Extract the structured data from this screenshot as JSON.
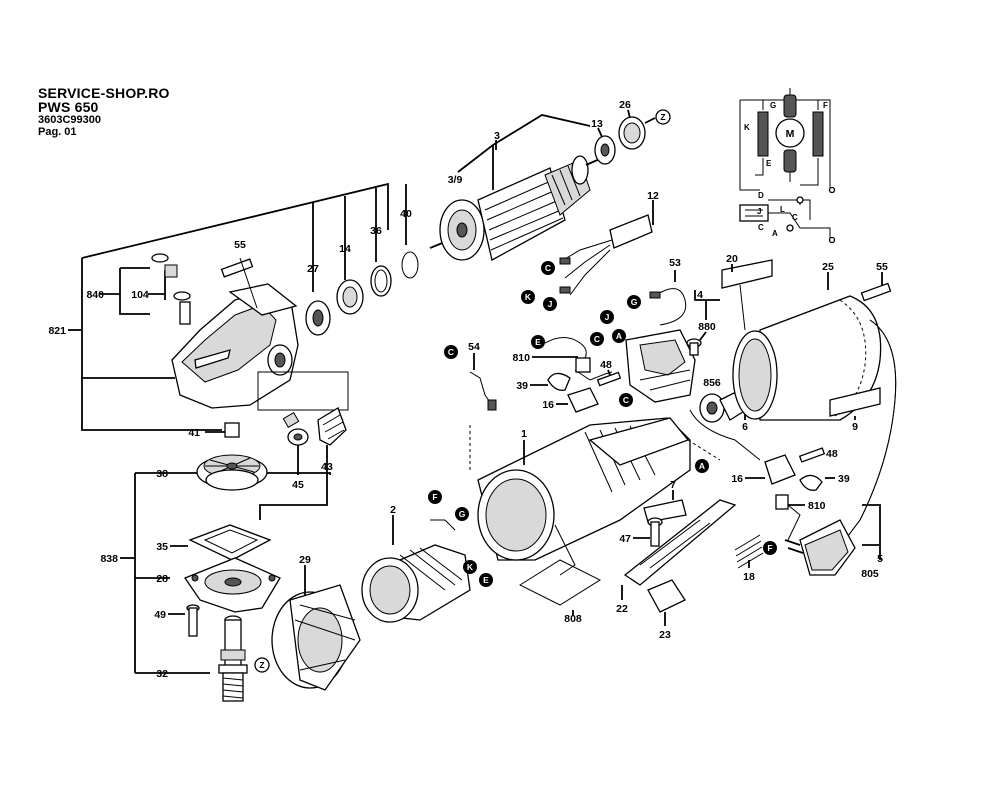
{
  "header": {
    "shop": "SERVICE-SHOP.RO",
    "model": "PWS 650",
    "code": "3603C99300",
    "page": "Pag. 01"
  },
  "parts": {
    "p1": "1",
    "p2": "2",
    "p3": "3",
    "p3_9": "3/9",
    "p4": "4",
    "p5": "5",
    "p6": "6",
    "p7": "7",
    "p9": "9",
    "p12": "12",
    "p13": "13",
    "p14": "14",
    "p16a": "16",
    "p16b": "16",
    "p18": "18",
    "p20": "20",
    "p22": "22",
    "p23": "23",
    "p25": "25",
    "p26": "26",
    "p27": "27",
    "p28": "28",
    "p29": "29",
    "p32": "32",
    "p35": "35",
    "p36": "36",
    "p38": "38",
    "p39a": "39",
    "p39b": "39",
    "p40": "40",
    "p41": "41",
    "p43": "43",
    "p45": "45",
    "p47": "47",
    "p48a": "48",
    "p48b": "48",
    "p49": "49",
    "p53": "53",
    "p54": "54",
    "p55a": "55",
    "p55b": "55",
    "p104": "104",
    "p805": "805",
    "p808": "808",
    "p810a": "810",
    "p810b": "810",
    "p821": "821",
    "p838": "838",
    "p840": "840",
    "p856": "856",
    "p880": "880"
  },
  "connectors": {
    "c1": "C",
    "c2": "C",
    "c3": "C",
    "c4": "C",
    "c5": "C",
    "k1": "K",
    "k2": "K",
    "j1": "J",
    "j2": "J",
    "g1": "G",
    "g2": "G",
    "e1": "E",
    "e2": "E",
    "f1": "F",
    "f2": "F",
    "a1": "A",
    "a2": "A",
    "z1": "Z",
    "z2": "Z"
  },
  "schematic": {
    "motor": "M",
    "g": "G",
    "f": "F",
    "k": "K",
    "e": "E",
    "d": "D",
    "j": "J",
    "l": "L",
    "c1": "C",
    "c2": "C",
    "a": "A"
  }
}
